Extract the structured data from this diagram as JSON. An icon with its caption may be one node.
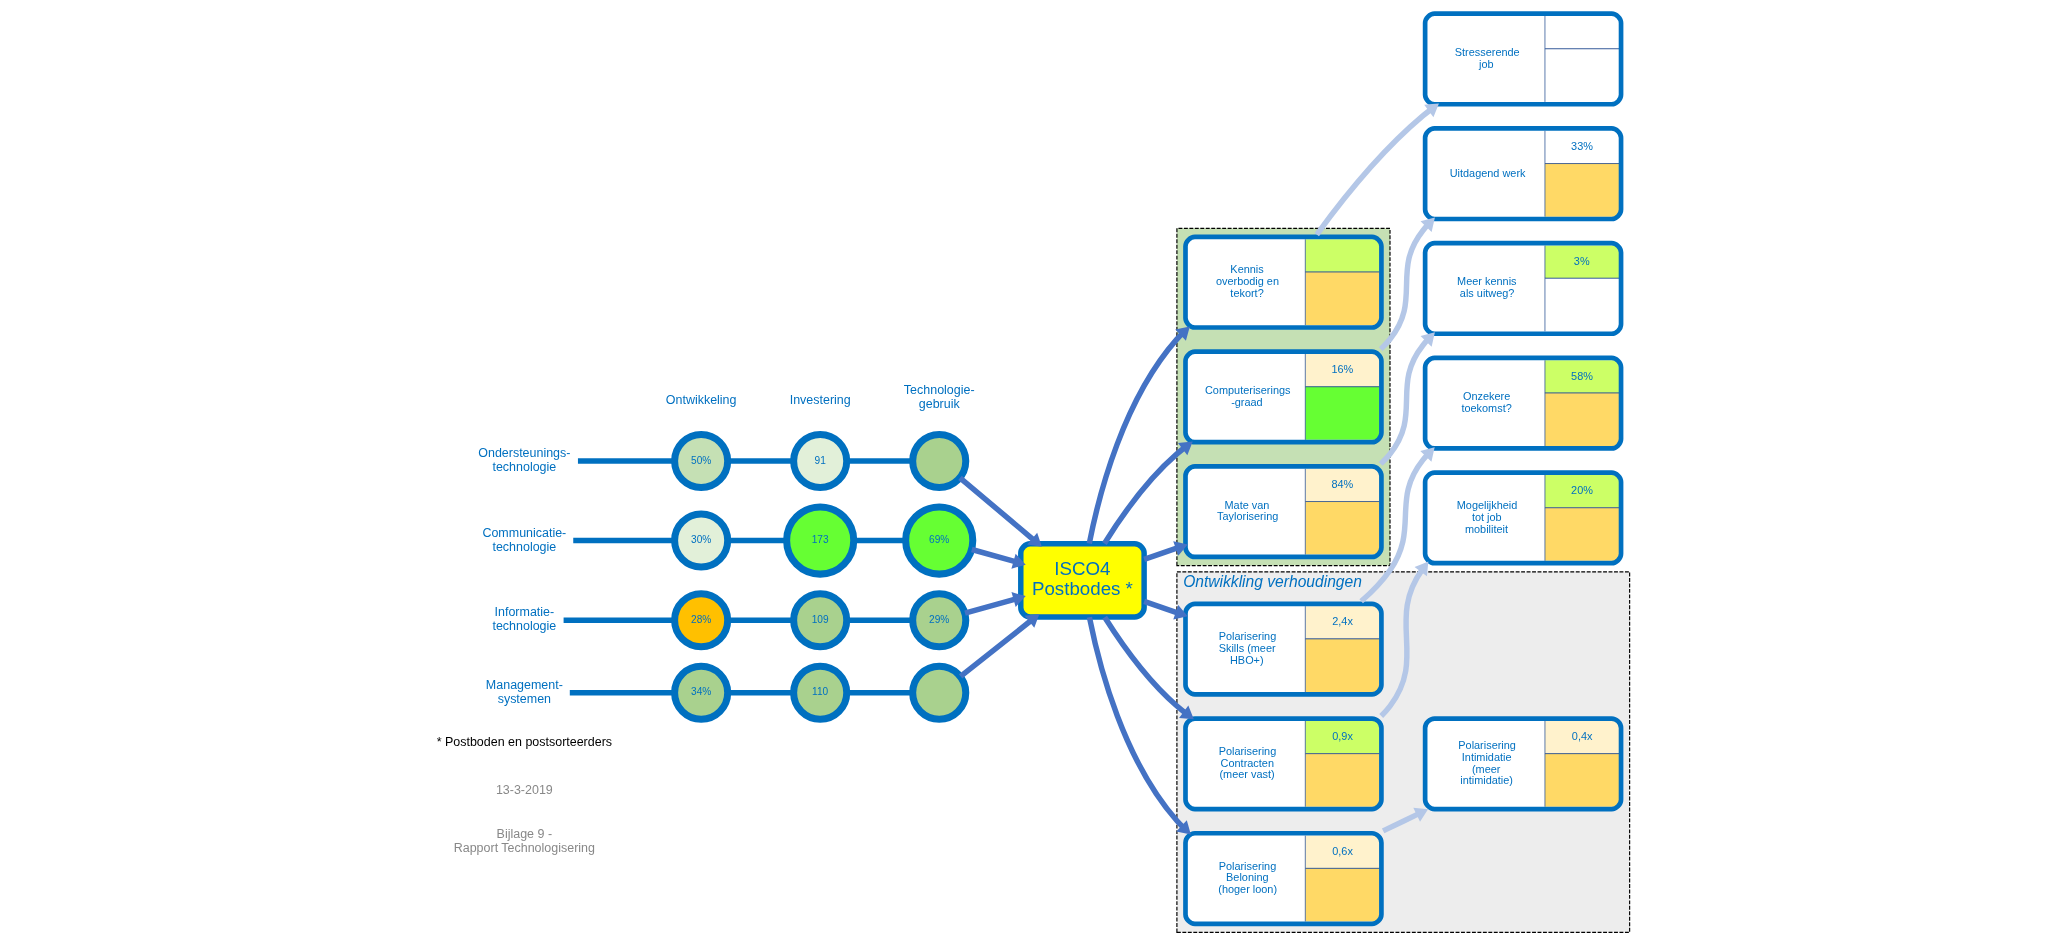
{
  "diagram": {
    "nodes": [
      {
        "text": [
          "Ondersteunings- technologie"
        ]
      },
      {
        "text": [
          "50%"
        ]
      },
      {
        "text": [
          "91"
        ]
      },
      {
        "text": [],
        "shape": "circle"
      },
      {
        "text": [
          "Communicatie- technologie"
        ]
      },
      {
        "text": [
          "30%"
        ]
      },
      {
        "text": [
          "173"
        ]
      },
      {
        "text": [
          "69%"
        ]
      },
      {
        "text": [
          "Informatie- technologie"
        ]
      },
      {
        "text": [
          "28%"
        ]
      },
      {
        "text": [
          "109"
        ]
      },
      {
        "text": [
          "29%"
        ]
      },
      {
        "text": [
          "Management- systemen"
        ]
      },
      {
        "text": [
          "34%"
        ]
      },
      {
        "text": [
          "110"
        ]
      },
      {
        "text": [],
        "shape": "circle"
      },
      {
        "text": [
          "ISCO4 Postbodes *"
        ]
      },
      {
        "text": [],
        "shape": "box"
      },
      {
        "text": [
          "Kennis overbodig en tekort?"
        ],
        "in": 17
      },
      {
        "text": [
          "Computeriserings -graad",
          "16%"
        ],
        "in": 17
      },
      {
        "text": [
          "Mate van Taylorisering",
          "84%"
        ],
        "in": 17
      },
      {
        "text": [
          "Stresserende job"
        ]
      },
      {
        "text": [
          "Uitdagend werk",
          "33%"
        ]
      },
      {
        "text": [
          "Meer kennis als uitweg?",
          "3%"
        ]
      },
      {
        "text": [
          "Ontwikkling verhoudingen"
        ]
      },
      {
        "text": [
          "Polarisering Skills (meer HBO+)",
          "2,4x"
        ],
        "in": 24
      },
      {
        "text": [
          "Polarisering Contracten (meer vast)",
          "0,9x"
        ],
        "in": 24
      },
      {
        "text": [
          "Polarisering Beloning (hoger loon)",
          "0,6x"
        ],
        "in": 24
      },
      {
        "text": [
          "Onzekere toekomst?",
          "58%"
        ]
      },
      {
        "text": [
          "Mogelijkheid tot job mobiliteit",
          "20%"
        ]
      },
      {
        "text": [
          "Polarisering Intimidatie (meer intimidatie)",
          "0,4x"
        ],
        "in": 24
      }
    ],
    "edges": [
      {
        "from": 0,
        "to": 1,
        "arrow": "none"
      },
      {
        "from": 1,
        "to": 2,
        "arrow": "none"
      },
      {
        "from": 2,
        "to": 3,
        "arrow": "none"
      },
      {
        "from": 4,
        "to": 5,
        "arrow": "none"
      },
      {
        "from": 5,
        "to": 6,
        "arrow": "none"
      },
      {
        "from": 6,
        "to": 7,
        "arrow": "none"
      },
      {
        "from": 8,
        "to": 9,
        "arrow": "none"
      },
      {
        "from": 9,
        "to": 10,
        "arrow": "none"
      },
      {
        "from": 10,
        "to": 11,
        "arrow": "none"
      },
      {
        "from": 12,
        "to": 13,
        "arrow": "none"
      },
      {
        "from": 13,
        "to": 14,
        "arrow": "none"
      },
      {
        "from": 14,
        "to": 15,
        "arrow": "none"
      },
      {
        "from": 3,
        "to": 16,
        "arrow": "to",
        "color": "#4472c4"
      },
      {
        "from": 7,
        "to": 16,
        "arrow": "to",
        "color": "#4472c4"
      },
      {
        "from": 11,
        "to": 16,
        "arrow": "to",
        "color": "#4472c4"
      },
      {
        "from": 15,
        "to": 16,
        "arrow": "to",
        "color": "#4472c4"
      },
      {
        "from": 16,
        "to": 18,
        "arrow": "to",
        "color": "#4472c4"
      },
      {
        "from": 16,
        "to": 19,
        "arrow": "to",
        "color": "#4472c4"
      },
      {
        "from": 16,
        "to": 20,
        "arrow": "to",
        "color": "#4472c4"
      },
      {
        "from": 16,
        "to": 25,
        "arrow": "to",
        "color": "#4472c4"
      },
      {
        "from": 16,
        "to": 26,
        "arrow": "to",
        "color": "#4472c4"
      },
      {
        "from": 16,
        "to": 27,
        "arrow": "to",
        "color": "#4472c4"
      },
      {
        "from": 18,
        "to": 21,
        "arrow": "to",
        "color": "#b4c7e7"
      },
      {
        "from": 19,
        "to": 22,
        "arrow": "to",
        "color": "#b4c7e7"
      },
      {
        "from": 20,
        "to": 23,
        "arrow": "to",
        "color": "#b4c7e7"
      },
      {
        "from": 25,
        "to": 28,
        "arrow": "to",
        "color": "#b4c7e7"
      },
      {
        "from": 26,
        "to": 29,
        "arrow": "to",
        "color": "#b4c7e7"
      },
      {
        "from": 27,
        "to": 30,
        "arrow": "to",
        "color": "#b4c7e7"
      }
    ],
    "labels": [
      "Ontwikkeling",
      "Investering",
      "Technologie- gebruik",
      "* Postboden en postsorteerders",
      "13-3-2019",
      "Bijlage 9 - Rapport Technologisering"
    ]
  }
}
